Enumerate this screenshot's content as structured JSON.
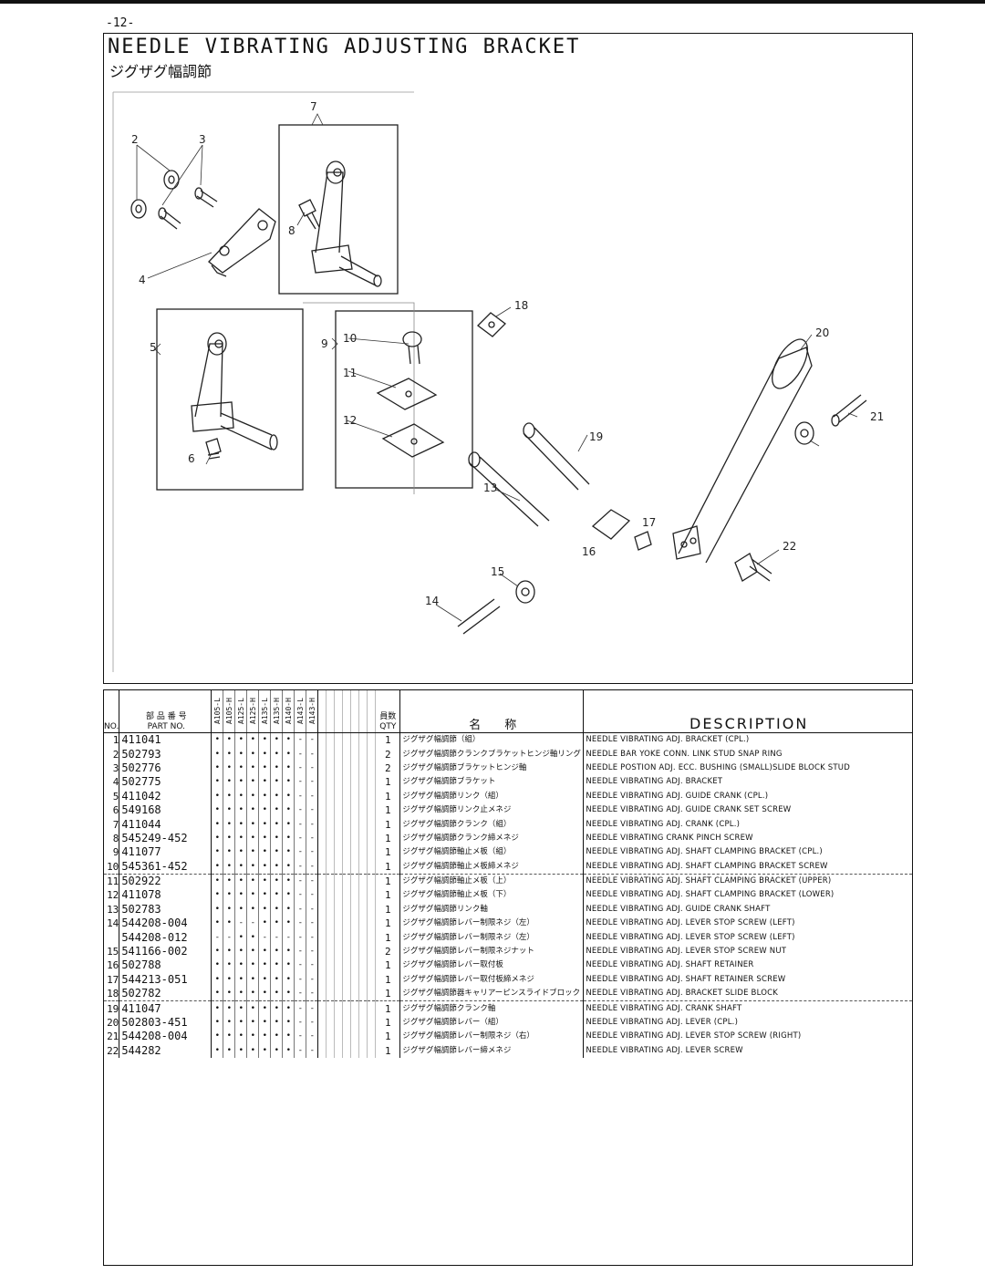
{
  "page": {
    "number": "-12-"
  },
  "figure": {
    "title_en": "NEEDLE VIBRATING ADJUSTING BRACKET",
    "title_jp": "ジグザグ幅調節",
    "callouts": [
      "2",
      "3",
      "4",
      "5",
      "6",
      "7",
      "8",
      "9",
      "10",
      "11",
      "12",
      "13",
      "14",
      "15",
      "16",
      "17",
      "18",
      "19",
      "20",
      "21",
      "22"
    ]
  },
  "table": {
    "headers": {
      "no": "NO.",
      "part_jp": "部 品 番 号",
      "part": "PART NO.",
      "models": [
        "A105-L",
        "A105-H",
        "A125-L",
        "A125-H",
        "A135-L",
        "A135-H",
        "A140-H",
        "A143-L",
        "A143-H"
      ],
      "qty_jp": "員数",
      "qty": "QTY",
      "name_jp": "名　　称",
      "description": "DESCRIPTION"
    },
    "rows": [
      {
        "no": "1",
        "part": "411041",
        "marks": [
          "•",
          "•",
          "•",
          "•",
          "•",
          "•",
          "•",
          "-",
          "-"
        ],
        "qty": "1",
        "jp": "ジグザグ幅調節（組）",
        "desc": "NEEDLE VIBRATING ADJ. BRACKET (CPL.)"
      },
      {
        "no": "2",
        "part": "502793",
        "marks": [
          "•",
          "•",
          "•",
          "•",
          "•",
          "•",
          "•",
          "-",
          "-"
        ],
        "qty": "2",
        "jp": "ジグザグ幅調節クランクブラケットヒンジ軸リング",
        "desc": "NEEDLE BAR YOKE CONN. LINK STUD SNAP RING"
      },
      {
        "no": "3",
        "part": "502776",
        "marks": [
          "•",
          "•",
          "•",
          "•",
          "•",
          "•",
          "•",
          "-",
          "-"
        ],
        "qty": "2",
        "jp": "ジグザグ幅調節ブラケットヒンジ軸",
        "desc": "NEEDLE POSTION ADJ. ECC. BUSHING (SMALL)SLIDE BLOCK STUD"
      },
      {
        "no": "4",
        "part": "502775",
        "marks": [
          "•",
          "•",
          "•",
          "•",
          "•",
          "•",
          "•",
          "-",
          "-"
        ],
        "qty": "1",
        "jp": "ジグザグ幅調節ブラケット",
        "desc": "NEEDLE VIBRATING ADJ. BRACKET"
      },
      {
        "no": "5",
        "part": "411042",
        "marks": [
          "•",
          "•",
          "•",
          "•",
          "•",
          "•",
          "•",
          "-",
          "-"
        ],
        "qty": "1",
        "jp": "ジグザグ幅調節リンク（組）",
        "desc": "NEEDLE VIBRATING ADJ. GUIDE CRANK (CPL.)"
      },
      {
        "no": "6",
        "part": "549168",
        "marks": [
          "•",
          "•",
          "•",
          "•",
          "•",
          "•",
          "•",
          "-",
          "-"
        ],
        "qty": "1",
        "jp": "ジグザグ幅調節リンク止メネジ",
        "desc": "NEEDLE VIBRATING ADJ. GUIDE CRANK SET SCREW"
      },
      {
        "no": "7",
        "part": "411044",
        "marks": [
          "•",
          "•",
          "•",
          "•",
          "•",
          "•",
          "•",
          "-",
          "-"
        ],
        "qty": "1",
        "jp": "ジグザグ幅調節クランク（組）",
        "desc": "NEEDLE VIBRATING ADJ. CRANK (CPL.)"
      },
      {
        "no": "8",
        "part": "545249-452",
        "marks": [
          "•",
          "•",
          "•",
          "•",
          "•",
          "•",
          "•",
          "-",
          "-"
        ],
        "qty": "1",
        "jp": "ジグザグ幅調節クランク締メネジ",
        "desc": "NEEDLE VIBRATING CRANK PINCH SCREW"
      },
      {
        "no": "9",
        "part": "411077",
        "marks": [
          "•",
          "•",
          "•",
          "•",
          "•",
          "•",
          "•",
          "-",
          "-"
        ],
        "qty": "1",
        "jp": "ジグザグ幅調節軸止メ板（組）",
        "desc": "NEEDLE VIBRATING ADJ. SHAFT CLAMPING BRACKET (CPL.)"
      },
      {
        "no": "10",
        "part": "545361-452",
        "marks": [
          "•",
          "•",
          "•",
          "•",
          "•",
          "•",
          "•",
          "-",
          "-"
        ],
        "qty": "1",
        "jp": "ジグザグ幅調節軸止メ板締メネジ",
        "desc": "NEEDLE VIBRATING ADJ. SHAFT CLAMPING BRACKET SCREW"
      },
      {
        "no": "11",
        "part": "502922",
        "marks": [
          "•",
          "•",
          "•",
          "•",
          "•",
          "•",
          "•",
          "-",
          "-"
        ],
        "qty": "1",
        "jp": "ジグザグ幅調節軸止メ板（上）",
        "desc": "NEEDLE VIBRATING ADJ. SHAFT CLAMPING BRACKET (UPPER)"
      },
      {
        "no": "12",
        "part": "411078",
        "marks": [
          "•",
          "•",
          "•",
          "•",
          "•",
          "•",
          "•",
          "-",
          "-"
        ],
        "qty": "1",
        "jp": "ジグザグ幅調節軸止メ板（下）",
        "desc": "NEEDLE VIBRATING ADJ. SHAFT CLAMPING BRACKET (LOWER)"
      },
      {
        "no": "13",
        "part": "502783",
        "marks": [
          "•",
          "•",
          "•",
          "•",
          "•",
          "•",
          "•",
          "-",
          "-"
        ],
        "qty": "1",
        "jp": "ジグザグ幅調節リンク軸",
        "desc": "NEEDLE VIBRATING ADJ. GUIDE CRANK SHAFT"
      },
      {
        "no": "14",
        "part": "544208-004",
        "marks": [
          "•",
          "•",
          "-",
          "-",
          "•",
          "•",
          "•",
          "-",
          "-"
        ],
        "qty": "1",
        "jp": "ジグザグ幅調節レバー制限ネジ（左）",
        "desc": "NEEDLE VIBRATING ADJ. LEVER STOP SCREW (LEFT)"
      },
      {
        "no": "",
        "part": "544208-012",
        "marks": [
          "-",
          "-",
          "•",
          "•",
          "-",
          "-",
          "-",
          "-",
          "-"
        ],
        "qty": "1",
        "jp": "ジグザグ幅調節レバー制限ネジ（左）",
        "desc": "NEEDLE VIBRATING ADJ. LEVER STOP SCREW (LEFT)"
      },
      {
        "no": "15",
        "part": "541166-002",
        "marks": [
          "•",
          "•",
          "•",
          "•",
          "•",
          "•",
          "•",
          "-",
          "-"
        ],
        "qty": "2",
        "jp": "ジグザグ幅調節レバー制限ネジナット",
        "desc": "NEEDLE VIBRATING ADJ. LEVER STOP SCREW NUT"
      },
      {
        "no": "16",
        "part": "502788",
        "marks": [
          "•",
          "•",
          "•",
          "•",
          "•",
          "•",
          "•",
          "-",
          "-"
        ],
        "qty": "1",
        "jp": "ジグザグ幅調節レバー取付板",
        "desc": "NEEDLE VIBRATING ADJ. SHAFT RETAINER"
      },
      {
        "no": "17",
        "part": "544213-051",
        "marks": [
          "•",
          "•",
          "•",
          "•",
          "•",
          "•",
          "•",
          "-",
          "-"
        ],
        "qty": "1",
        "jp": "ジグザグ幅調節レバー取付板締メネジ",
        "desc": "NEEDLE VIBRATING ADJ. SHAFT RETAINER SCREW"
      },
      {
        "no": "18",
        "part": "502782",
        "marks": [
          "•",
          "•",
          "•",
          "•",
          "•",
          "•",
          "•",
          "-",
          "-"
        ],
        "qty": "1",
        "jp": "ジグザグ幅調節器キャリアーピンスライドブロック",
        "desc": "NEEDLE VIBRATING ADJ. BRACKET SLIDE BLOCK"
      },
      {
        "no": "19",
        "part": "411047",
        "marks": [
          "•",
          "•",
          "•",
          "•",
          "•",
          "•",
          "•",
          "-",
          "-"
        ],
        "qty": "1",
        "jp": "ジグザグ幅調節クランク軸",
        "desc": "NEEDLE VIBRATING ADJ. CRANK SHAFT"
      },
      {
        "no": "20",
        "part": "502803-451",
        "marks": [
          "•",
          "•",
          "•",
          "•",
          "•",
          "•",
          "•",
          "-",
          "-"
        ],
        "qty": "1",
        "jp": "ジグザグ幅調節レバー（組）",
        "desc": "NEEDLE VIBRATING ADJ. LEVER (CPL.)"
      },
      {
        "no": "21",
        "part": "544208-004",
        "marks": [
          "•",
          "•",
          "•",
          "•",
          "•",
          "•",
          "•",
          "-",
          "-"
        ],
        "qty": "1",
        "jp": "ジグザグ幅調節レバー制限ネジ（右）",
        "desc": "NEEDLE VIBRATING ADJ. LEVER STOP SCREW (RIGHT)"
      },
      {
        "no": "22",
        "part": "544282",
        "marks": [
          "•",
          "•",
          "•",
          "•",
          "•",
          "•",
          "•",
          "-",
          "-"
        ],
        "qty": "1",
        "jp": "ジグザグ幅調節レバー締メネジ",
        "desc": "NEEDLE VIBRATING ADJ. LEVER SCREW"
      }
    ]
  }
}
